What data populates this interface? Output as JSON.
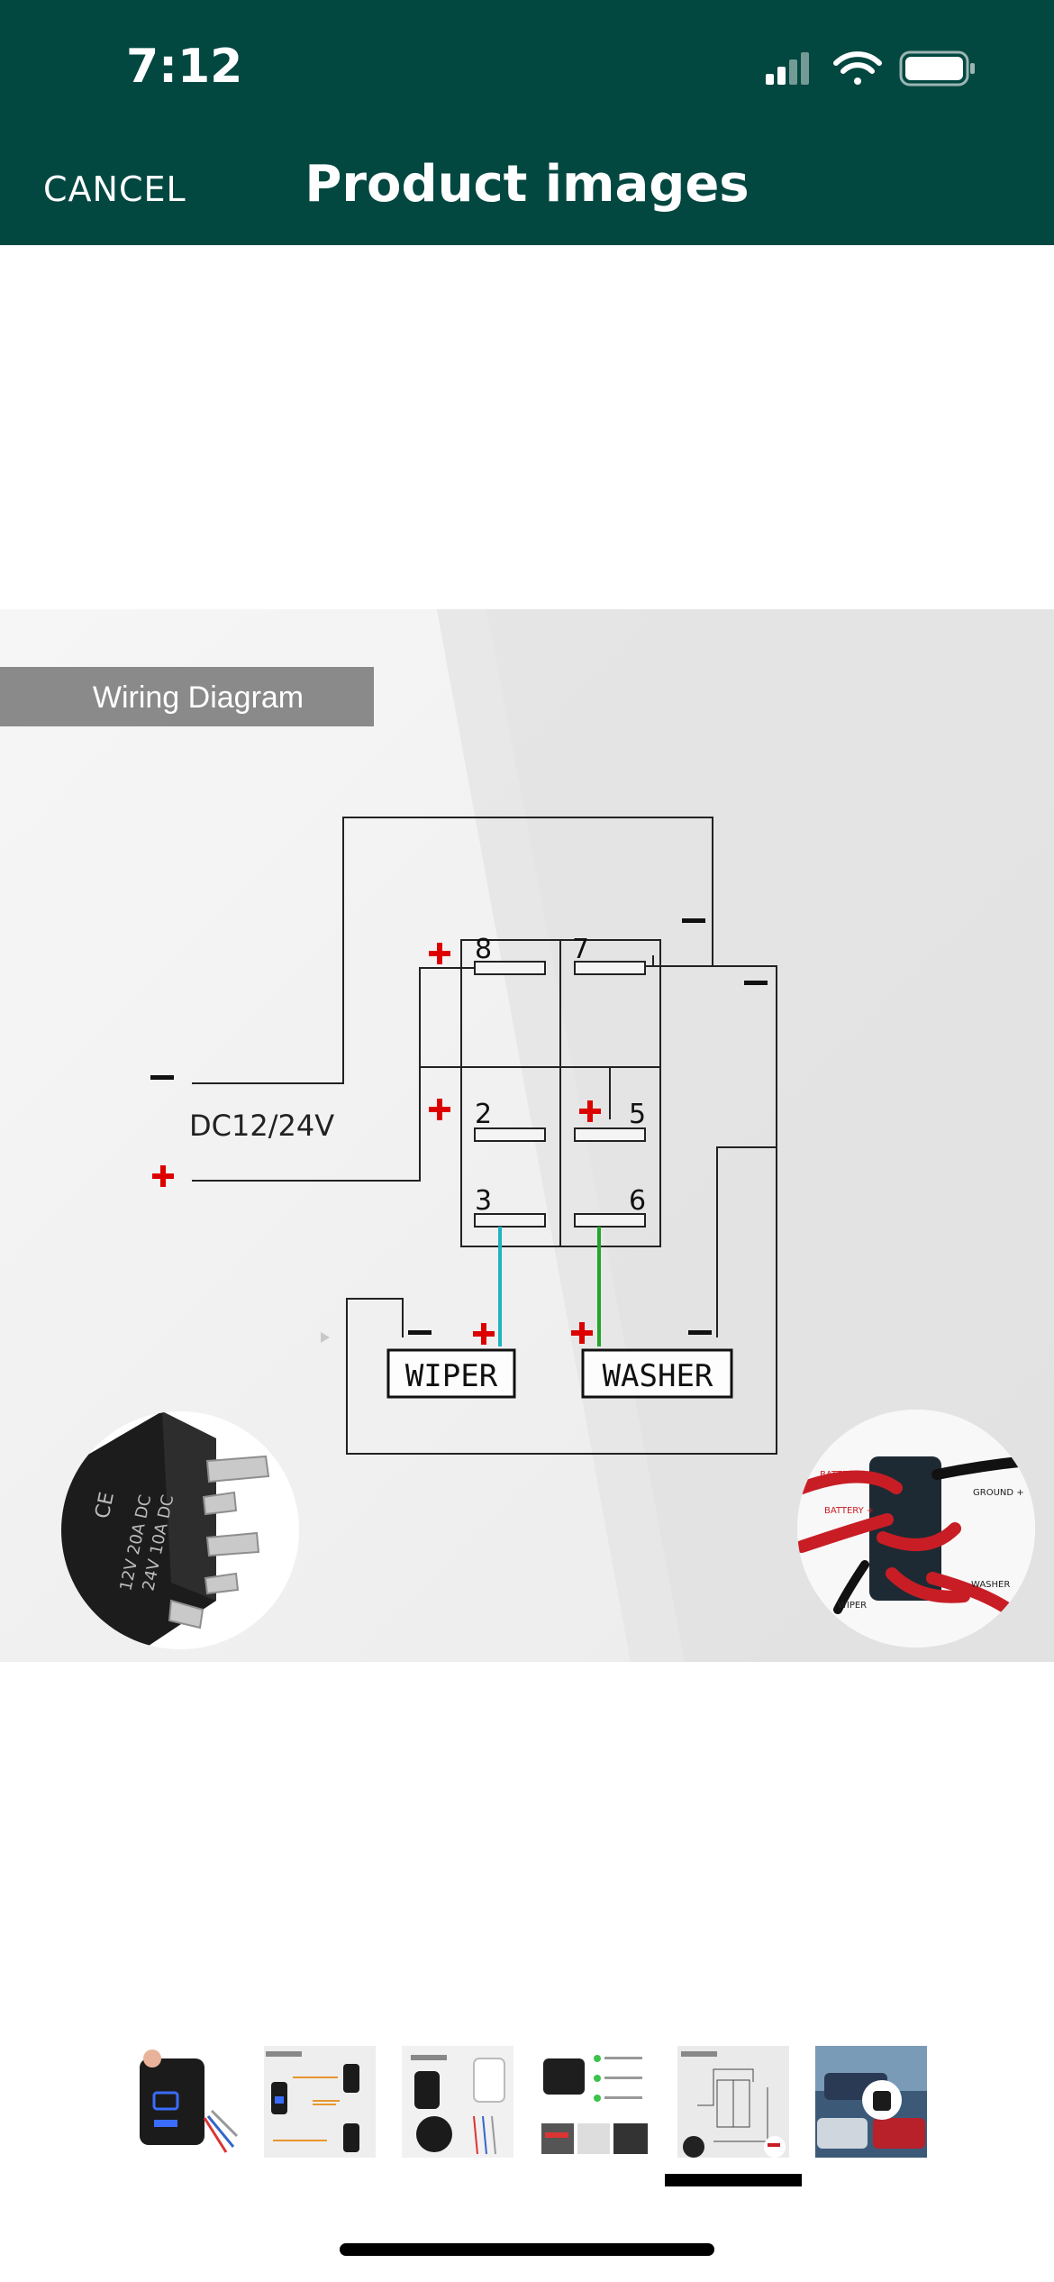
{
  "status_bar": {
    "time": "7:12",
    "icons": [
      "cellular-signal-icon",
      "wifi-icon",
      "battery-icon"
    ]
  },
  "header": {
    "cancel_label": "CANCEL",
    "title": "Product images",
    "background": "#034741"
  },
  "main_image": {
    "banner": "Wiring Diagram",
    "supply_label": "DC12/24V",
    "terminals": [
      "8",
      "7",
      "2",
      "5",
      "3",
      "6"
    ],
    "loads": [
      "WIPER",
      "WASHER"
    ],
    "switch_markings": [
      "CE",
      "12V 20A DC",
      "24V 10A DC"
    ],
    "photo_labels": [
      "BATTERY +",
      "GROUND +",
      "BATTERY +",
      "WIPER",
      "WASHER"
    ]
  },
  "thumbnails": [
    {
      "name": "thumbnail-switch-photo"
    },
    {
      "name": "thumbnail-dimensions"
    },
    {
      "name": "thumbnail-switch-views"
    },
    {
      "name": "thumbnail-features"
    },
    {
      "name": "thumbnail-wiring-diagram",
      "selected": true
    },
    {
      "name": "thumbnail-vehicles"
    }
  ],
  "colors": {
    "accent": "#034741",
    "plus_red": "#dd0000",
    "wire_cyan": "#1fb5c0",
    "wire_green": "#22a52a"
  }
}
